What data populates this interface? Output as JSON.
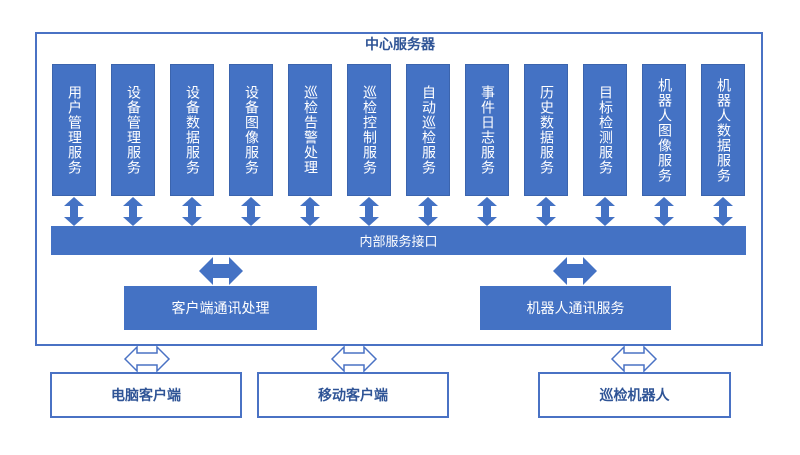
{
  "center_server": {
    "title": "中心服务器"
  },
  "services": [
    "用户管理服务",
    "设备管理服务",
    "设备数据服务",
    "设备图像服务",
    "巡检告警处理",
    "巡检控制服务",
    "自动巡检服务",
    "事件日志服务",
    "历史数据服务",
    "目标检测服务",
    "机器人图像服务",
    "机器人数据服务"
  ],
  "bus": {
    "label": "内部服务接口"
  },
  "modules": {
    "client_comm": "客户端通讯处理",
    "robot_comm": "机器人通讯服务"
  },
  "clients": {
    "pc": "电脑客户端",
    "mobile": "移动客户端",
    "robot": "巡检机器人"
  },
  "colors": {
    "fill": "#4472c4",
    "border": "#4a72c4",
    "title": "#2f5496",
    "arrow_fill": "#4472c4"
  }
}
